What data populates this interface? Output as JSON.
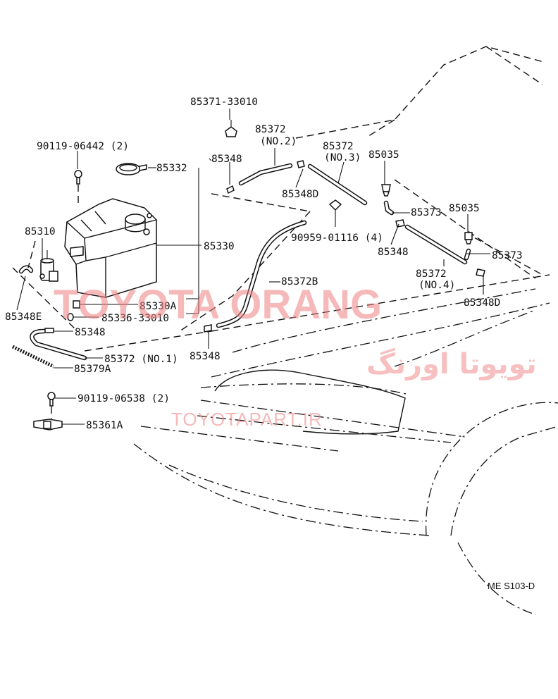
{
  "labels": {
    "p85371": "85371-33010",
    "p90119_06442": "90119-06442 (2)",
    "p85332": "85332",
    "p85348_top": "85348",
    "p85372_no2_a": "85372",
    "p85372_no2_b": "(NO.2)",
    "p85372_no3_a": "85372",
    "p85372_no3_b": "(NO.3)",
    "p85035_a": "85035",
    "p85348D_a": "85348D",
    "p85310": "85310",
    "p85330": "85330",
    "p85373_a": "85373",
    "p85035_b": "85035",
    "p90959": "90959-01116 (4)",
    "p85348_mid": "85348",
    "p85373_b": "85373",
    "p85372B": "85372B",
    "p85372_no4_a": "85372",
    "p85372_no4_b": "(NO.4)",
    "p85330A": "85330A",
    "p85348E": "85348E",
    "p85336": "85336-33010",
    "p85348D_b": "85348D",
    "p85348_left": "85348",
    "p85348_bot": "85348",
    "p85372_no1": "85372 (NO.1)",
    "p85379A": "85379A",
    "p90119_06538": "90119-06538 (2)",
    "p85361A": "85361A"
  },
  "code": "ME S103-D",
  "watermark": {
    "brand": "TOYOTA ORANG",
    "persian": "تویوتا اورنگ",
    "url": "TOYOTAPART.IR"
  }
}
